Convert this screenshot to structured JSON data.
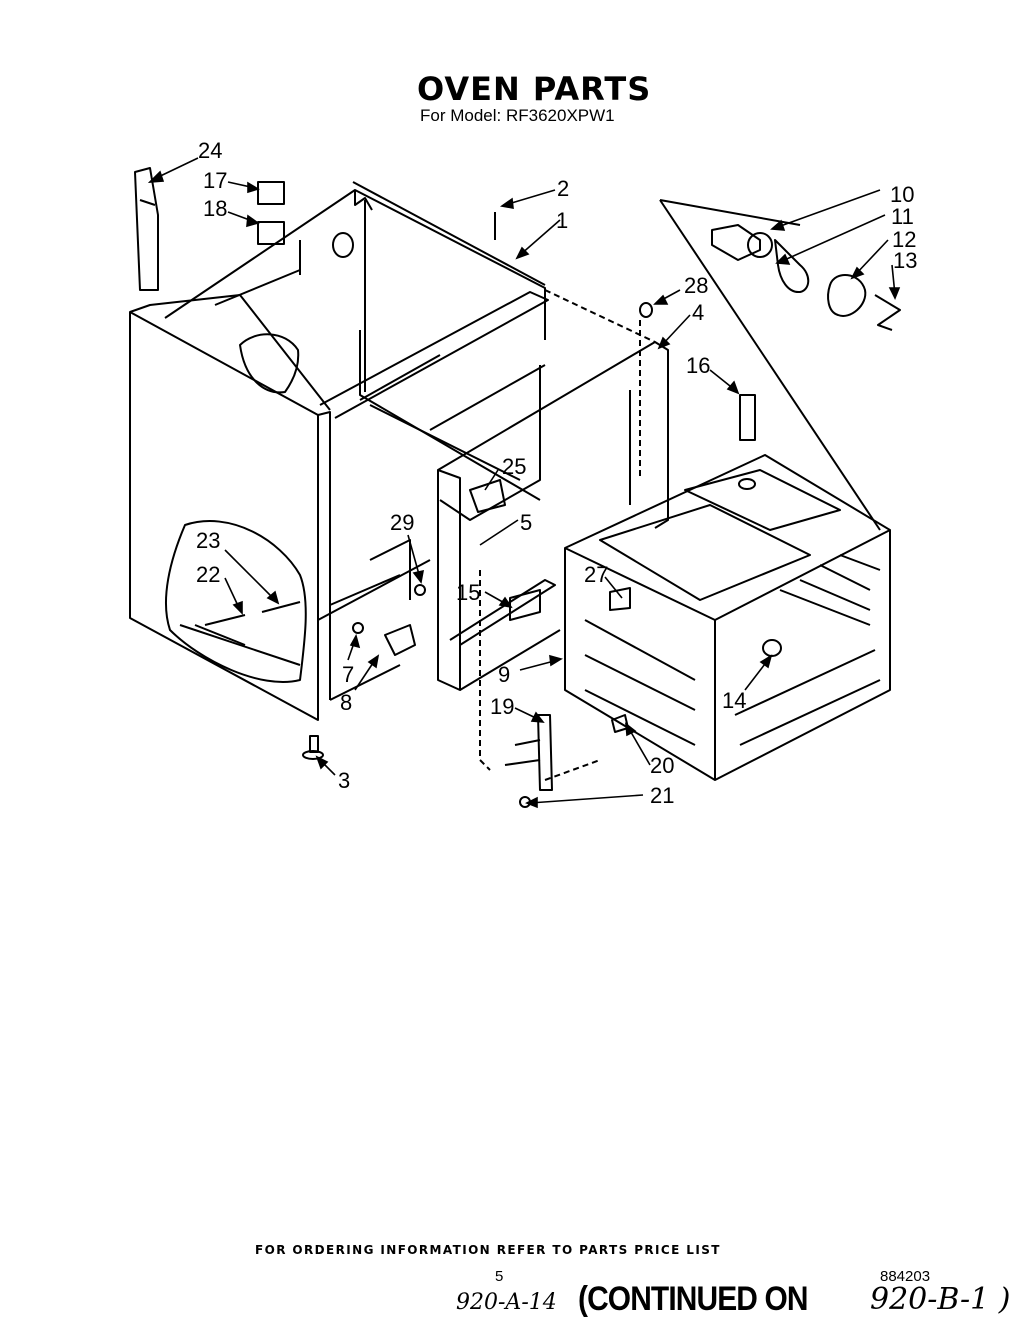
{
  "header": {
    "title": "OVEN PARTS",
    "subtitle": "For Model: RF3620XPW1"
  },
  "callouts": [
    "1",
    "2",
    "3",
    "4",
    "5",
    "7",
    "8",
    "9",
    "10",
    "11",
    "12",
    "13",
    "14",
    "15",
    "16",
    "17",
    "18",
    "19",
    "20",
    "21",
    "22",
    "23",
    "24",
    "25",
    "27",
    "28",
    "29"
  ],
  "footer": {
    "ordering_note": "FOR ORDERING INFORMATION REFER TO PARTS PRICE LIST",
    "page_number": "5",
    "document_number": "884203",
    "handwritten_ref": "920-A-14",
    "continued_label": "(CONTINUED ON",
    "handwritten_continued": "920-B-1 )"
  }
}
